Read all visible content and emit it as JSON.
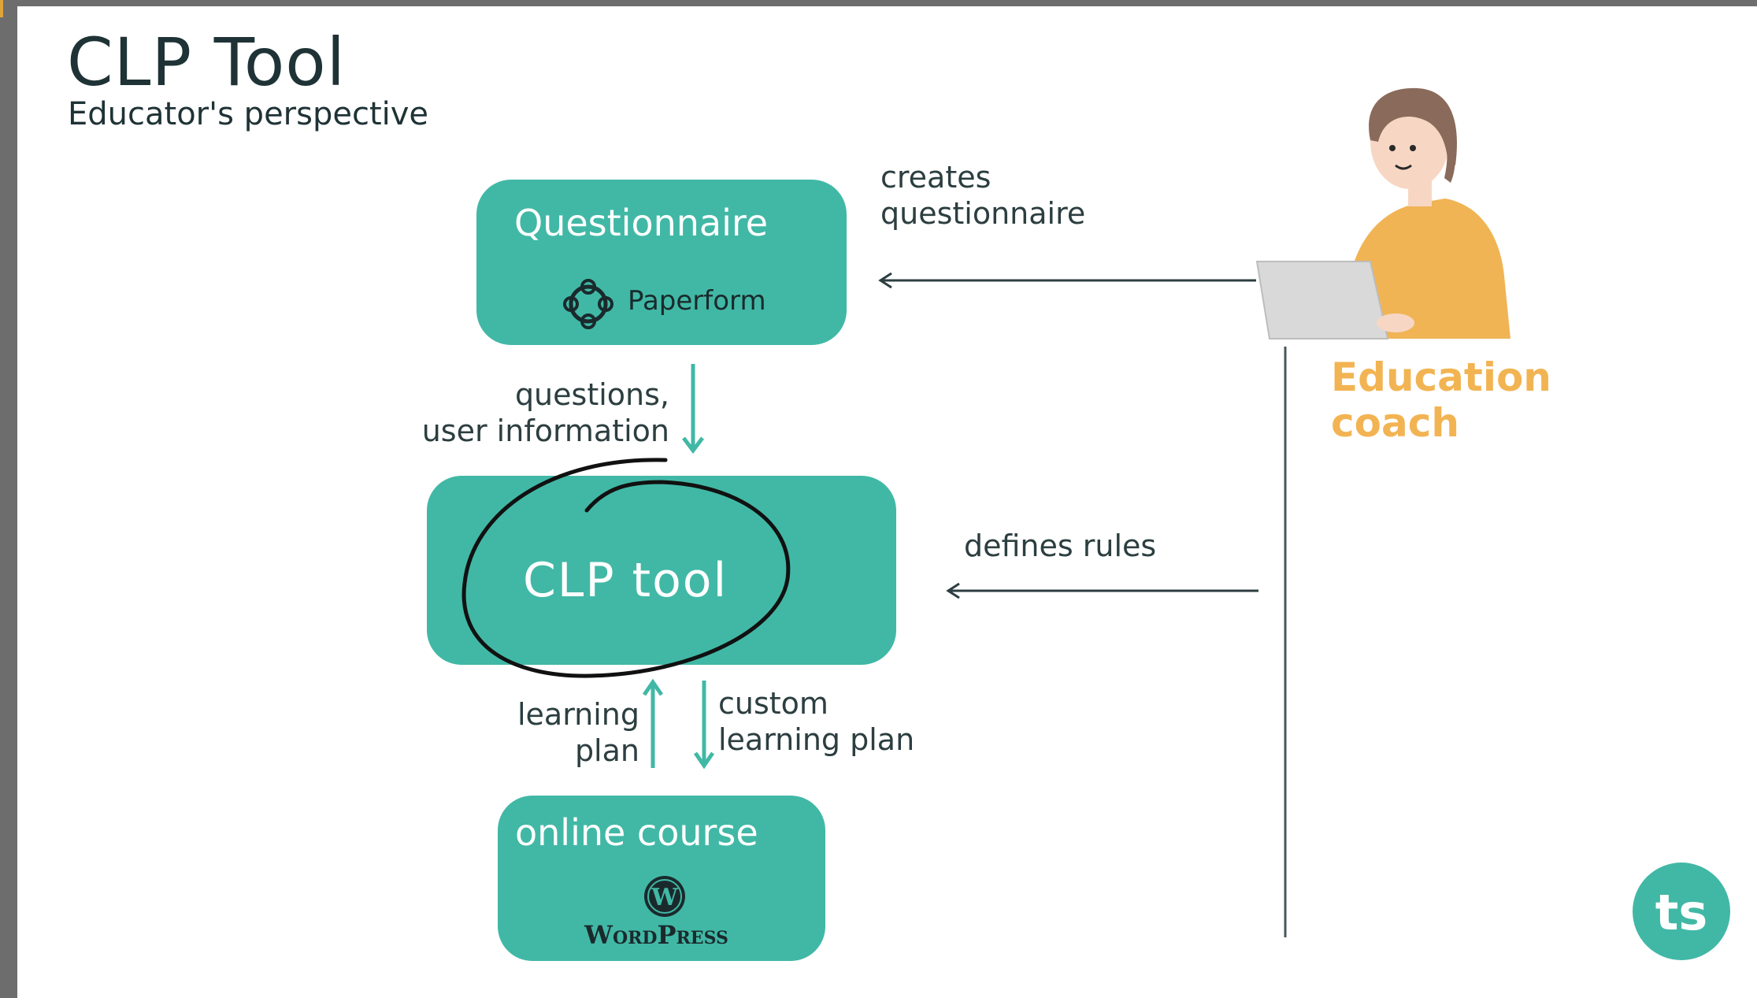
{
  "title": "CLP Tool",
  "subtitle": "Educator's perspective",
  "nodes": {
    "questionnaire": {
      "label": "Questionnaire",
      "logo_text": "Paperform"
    },
    "clp_tool": {
      "label": "CLP tool"
    },
    "online_course": {
      "label": "online course",
      "logo_text": "WordPress"
    }
  },
  "edges": {
    "creates_questionnaire": [
      "creates",
      "questionnaire"
    ],
    "questions_user_info": [
      "questions,",
      "user information"
    ],
    "defines_rules": "defines rules",
    "learning_plan": [
      "learning",
      "plan"
    ],
    "custom_learning_plan": [
      "custom",
      "learning plan"
    ]
  },
  "actor": {
    "label_line1": "Education",
    "label_line2": "coach"
  },
  "brand_logo": "ts",
  "colors": {
    "teal": "#41b8a6",
    "dark_text": "#1f3336",
    "coach_orange": "#f2b452",
    "sweater": "#f0b455",
    "hair": "#8a6a5a"
  },
  "icons": [
    "paperform-logo-icon",
    "wordpress-logo-icon",
    "person-with-laptop-icon",
    "ts-logo-icon"
  ]
}
